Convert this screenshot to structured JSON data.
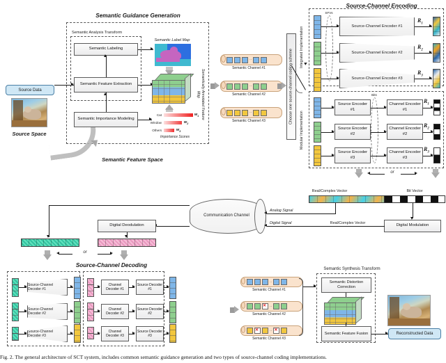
{
  "figure": {
    "caption": "Fig. 2.   The general architecture of SCT system, includes common semantic guidance generation and two types of source-channel coding implementations."
  },
  "sections": {
    "semantic_guidance": "Semantic Guidance Generation",
    "source_channel_encoding": "Source-Channel Encoding",
    "source_channel_decoding": "Source-Channel Decoding",
    "semantic_synthesis": "Semantic Synthesis Transform",
    "semantic_analysis": "Semantic Analysis Transform"
  },
  "source": {
    "data_box": "Source Data",
    "space_label": "Source Space",
    "feature_space_label": "Semantic Feature Space"
  },
  "analysis_blocks": {
    "labeling": "Semantic Labeling",
    "feature_extraction": "Semantic Feature Extraction",
    "importance": "Semantic Importance Modeling"
  },
  "maps": {
    "label_map": "Semantic Label Map",
    "annotated_feature_map": "Semantically Annotated Feature Map",
    "importance_scores": "Importance Scores"
  },
  "importance": {
    "rows": [
      {
        "label": "Cat",
        "weight": "w",
        "sub": "1",
        "bar": 100
      },
      {
        "label": "Window",
        "weight": "w",
        "sub": "2",
        "bar": 62
      },
      {
        "label": "Others",
        "weight": "w",
        "sub": "3",
        "bar": 34
      }
    ]
  },
  "semantic_channels_top": [
    {
      "label": "Semantic Channel #1",
      "color": "#7fb6e8"
    },
    {
      "label": "Semantic Channel #2",
      "color": "#8ecf8e"
    },
    {
      "label": "Semantic Channel #3",
      "color": "#f2c73e"
    }
  ],
  "chooser": {
    "label": "Choose one source-channel coding scheme"
  },
  "encoding": {
    "integrated_label": "Integrated Implementation",
    "modular_label": "Modular Implementation",
    "sfvs_label": "SFVs",
    "bits_label": "Bits",
    "or_label": "or",
    "integrated_encoders": [
      {
        "name": "Source-Channel Encoder #1",
        "rate": "R",
        "sub": "1"
      },
      {
        "name": "Source-Channel Encoder #2",
        "rate": "R",
        "sub": "2"
      },
      {
        "name": "Source-Channel Encoder #3",
        "rate": "R",
        "sub": "3"
      }
    ],
    "modular_rows": [
      {
        "source": "Source Encoder #1",
        "channel": "Channel Encoder #1",
        "rate": "R",
        "sub": "1"
      },
      {
        "source": "Source Encoder #2",
        "channel": "Channel Encoder #2",
        "rate": "R",
        "sub": "2"
      },
      {
        "source": "Source Encoder #3",
        "channel": "Channel Encoder #3",
        "rate": "R",
        "sub": "3"
      }
    ]
  },
  "channel": {
    "name": "Communication Channel",
    "real_complex_vector": "Real/Complex Vector",
    "bit_vector": "Bit Vector",
    "analog_signal": "Analog Signal",
    "digital_signal": "Digital Signal",
    "real_complex_vector_2": "Real/Complex Vector",
    "digital_modulation": "Digital Modulation",
    "digital_demodulation": "Digital Deodulation",
    "or_label": "or"
  },
  "decoding": {
    "integrated_decoders": [
      "Source-Channel Decoder #1",
      "Source-Channel Decoder #2",
      "Source-Channel Decoder #3"
    ],
    "modular_rows": [
      {
        "channel": "Channel Decoder #1",
        "source": "Source Decoder #1"
      },
      {
        "channel": "Channel Decoder #2",
        "source": "Source Decoder #2"
      },
      {
        "channel": "Channel Decoder #3",
        "source": "Source Decoder #3"
      }
    ]
  },
  "semantic_channels_bottom": [
    {
      "label": "Semantic Channel #1",
      "color": "#7fb6e8",
      "errors": []
    },
    {
      "label": "Semantic Channel #2",
      "color": "#8ecf8e",
      "errors": [
        2
      ]
    },
    {
      "label": "Semantic Channel #3",
      "color": "#f2c73e",
      "errors": [
        1,
        4
      ]
    }
  ],
  "synthesis": {
    "distortion_correction": "Semantic Distortion Correction",
    "feature_fusion": "Semantic Feature Fusion",
    "reconstructed": "Reconstructed Data"
  },
  "colors": {
    "blue": "#7fb6e8",
    "green": "#8ecf8e",
    "yellow": "#f2c73e",
    "teal": "#4fd6b0",
    "pink": "#f0a8c8",
    "accent_box": "#cfe7f5",
    "importance_bar": "#f03030"
  }
}
